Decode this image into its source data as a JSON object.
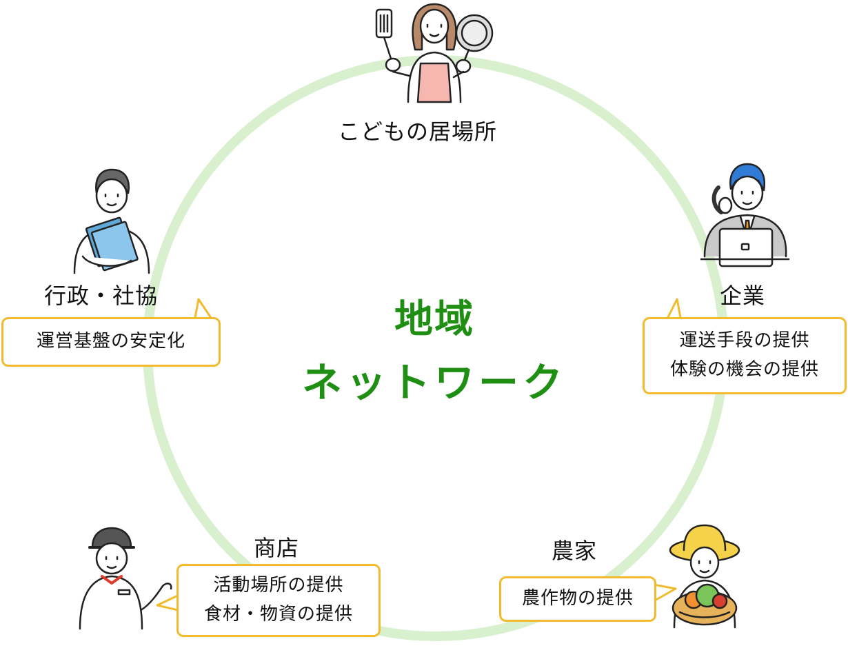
{
  "center": {
    "line1": "地域",
    "line2": "ネットワーク"
  },
  "colors": {
    "ring": "#d9f0cf",
    "center_text": "#1e8f12",
    "bubble_border": "#f2bb2e"
  },
  "nodes": {
    "kodomo": {
      "label": "こどもの居場所",
      "icon": "cook-person-icon"
    },
    "gyousei": {
      "label": "行政・社協",
      "bubble": [
        "運営基盤の安定化"
      ],
      "icon": "office-worker-folder-icon"
    },
    "kigyou": {
      "label": "企業",
      "bubble": [
        "運送手段の提供",
        "体験の機会の提供"
      ],
      "icon": "businessman-laptop-icon"
    },
    "shouten": {
      "label": "商店",
      "bubble": [
        "活動場所の提供",
        "食材・物資の提供"
      ],
      "icon": "shop-clerk-icon"
    },
    "nouka": {
      "label": "農家",
      "bubble": [
        "農作物の提供"
      ],
      "icon": "farmer-vegetables-icon"
    }
  }
}
